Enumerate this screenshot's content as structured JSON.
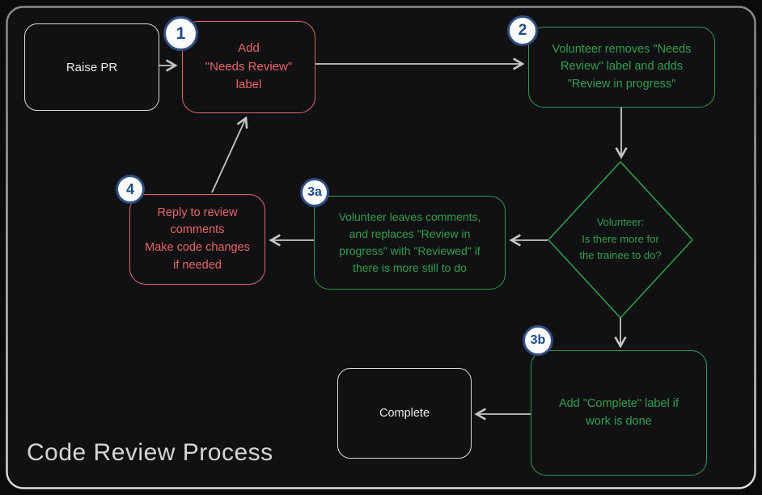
{
  "title": "Code Review Process",
  "colors": {
    "background": "#0b0b0d",
    "red_accent": "#e76567",
    "green_accent": "#2fa04c",
    "neutral_box": "#d9d9d9",
    "badge_border": "#2e4d82",
    "badge_text": "#1e4c86",
    "arrow": "#c6c6c6"
  },
  "nodes": {
    "raise_pr": {
      "text": "Raise PR"
    },
    "step1": {
      "badge": "1",
      "text": "Add\n\"Needs Review\"\nlabel"
    },
    "step2": {
      "badge": "2",
      "text": "Volunteer removes \"Needs\nReview\" label and adds\n\"Review in progress\""
    },
    "decision": {
      "text": "Volunteer:\nIs there more for\nthe trainee to do?"
    },
    "step3a": {
      "badge": "3a",
      "text": "Volunteer leaves comments,\nand replaces \"Review in\nprogress\" with \"Reviewed\" if\nthere is more still to do"
    },
    "step4": {
      "badge": "4",
      "text": "Reply to review\ncomments\nMake code changes\nif needed"
    },
    "step3b": {
      "badge": "3b",
      "text": "Add \"Complete\" label if\nwork is done"
    },
    "complete": {
      "text": "Complete"
    }
  }
}
